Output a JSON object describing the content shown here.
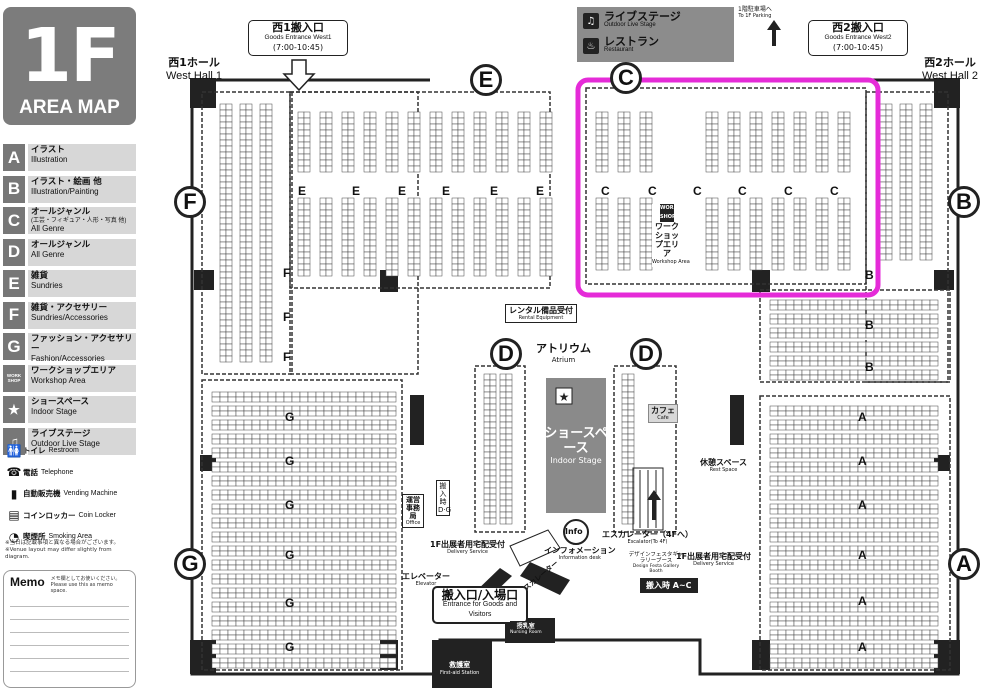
{
  "title": {
    "floor": "1F",
    "subtitle": "AREA MAP"
  },
  "legend": [
    {
      "key": "A",
      "jp": "イラスト",
      "en": "Illustration"
    },
    {
      "key": "B",
      "jp": "イラスト・絵画 他",
      "en": "Illustration/Painting"
    },
    {
      "key": "C",
      "jp": "オールジャンル",
      "sub": "(工芸・フィギュア・人形・写真 他)",
      "en": "All Genre"
    },
    {
      "key": "D",
      "jp": "オールジャンル",
      "en": "All Genre"
    },
    {
      "key": "E",
      "jp": "雑貨",
      "en": "Sundries"
    },
    {
      "key": "F",
      "jp": "雑貨・アクセサリー",
      "en": "Sundries/Accessories"
    },
    {
      "key": "G",
      "jp": "ファッション・アクセサリー",
      "en": "Fashion/Accessories"
    },
    {
      "key": "WORK SHOP",
      "jp": "ワークショップエリア",
      "en": "Workshop Area",
      "icon": true
    },
    {
      "key": "★",
      "jp": "ショースペース",
      "en": "Indoor Stage",
      "icon": true
    },
    {
      "key": "♫",
      "jp": "ライブステージ",
      "en": "Outdoor Live Stage",
      "icon": true
    }
  ],
  "facilities": [
    {
      "icon": "🚻",
      "jp": "トイレ",
      "en": "Restroom"
    },
    {
      "icon": "☎",
      "jp": "電話",
      "en": "Telephone"
    },
    {
      "icon": "▮",
      "jp": "自動販売機",
      "en": "Vending Machine"
    },
    {
      "icon": "▤",
      "jp": "コインロッカー",
      "en": "Coin Locker"
    },
    {
      "icon": "◔",
      "jp": "喫煙所",
      "en": "Smoking Area"
    }
  ],
  "notes": [
    "※当日は記載事項と異なる場合がございます。",
    "※Venue layout may differ slightly from diagram."
  ],
  "memo": {
    "title": "Memo",
    "desc_jp": "メモ欄としてお使いください。",
    "desc_en": "Please use this as memo space."
  },
  "map": {
    "west_hall_1": {
      "jp": "西1ホール",
      "en": "West Hall 1"
    },
    "west_hall_2": {
      "jp": "西2ホール",
      "en": "West Hall 2"
    },
    "entrance_w1": {
      "jp": "西1搬入口",
      "en": "Goods Entrance West1",
      "time": "(7:00-10:45)"
    },
    "entrance_w2": {
      "jp": "西2搬入口",
      "en": "Goods Entrance West2",
      "time": "(7:00-10:45)"
    },
    "live_stage": {
      "jp": "ライブステージ",
      "en": "Outdoor Live Stage"
    },
    "restaurant": {
      "jp": "レストラン",
      "en": "Restaurant"
    },
    "parking": {
      "jp": "1階駐車場へ",
      "en": "To 1F Parking"
    },
    "atrium": {
      "jp": "アトリウム",
      "en": "Atrium"
    },
    "show_space": {
      "jp": "ショースペース",
      "en": "Indoor Stage"
    },
    "workshop": {
      "jp": "ワークショップエリア",
      "en": "Workshop Area"
    },
    "rental": {
      "jp": "レンタル備品受付",
      "en": "Rental Equipment"
    },
    "info": {
      "label": "Info",
      "jp": "インフォメーション",
      "en": "Information desk"
    },
    "escalator": {
      "jp": "エスカレーター（4Fへ）",
      "en": "Escalator(To 4F)"
    },
    "elevator": {
      "jp": "エレベーター",
      "en": "Elevator"
    },
    "entrance_main": {
      "jp": "搬入口/入場口",
      "en": "Entrance for Goods and Visitors"
    },
    "delivery_left": {
      "jp": "1F出展者用宅配受付",
      "en": "Delivery Service"
    },
    "delivery_right": {
      "jp": "1F出展者用宅配受付",
      "en": "Delivery Service"
    },
    "office": {
      "jp": "運営事務局",
      "en": "Office"
    },
    "carry_dg": "搬入時 D·G",
    "carry_ac": "搬入時 A~C",
    "rest_space": {
      "jp": "休憩スペース",
      "en": "Rest Space"
    },
    "cafe": {
      "jp": "カフェ",
      "en": "Cafe"
    },
    "gallery": {
      "jp": "デザインフェスタギャラリーブース",
      "en": "Design Festa Gallery Booth"
    },
    "nursing": {
      "jp": "授乳室",
      "en": "Nursing Room"
    },
    "first_aid": {
      "jp": "救護室",
      "en": "First-aid Station"
    },
    "escalator_left": "エスカレーター",
    "zones": [
      "A",
      "B",
      "C",
      "D",
      "E",
      "F",
      "G"
    ]
  },
  "highlight_color": "#e52bd8"
}
